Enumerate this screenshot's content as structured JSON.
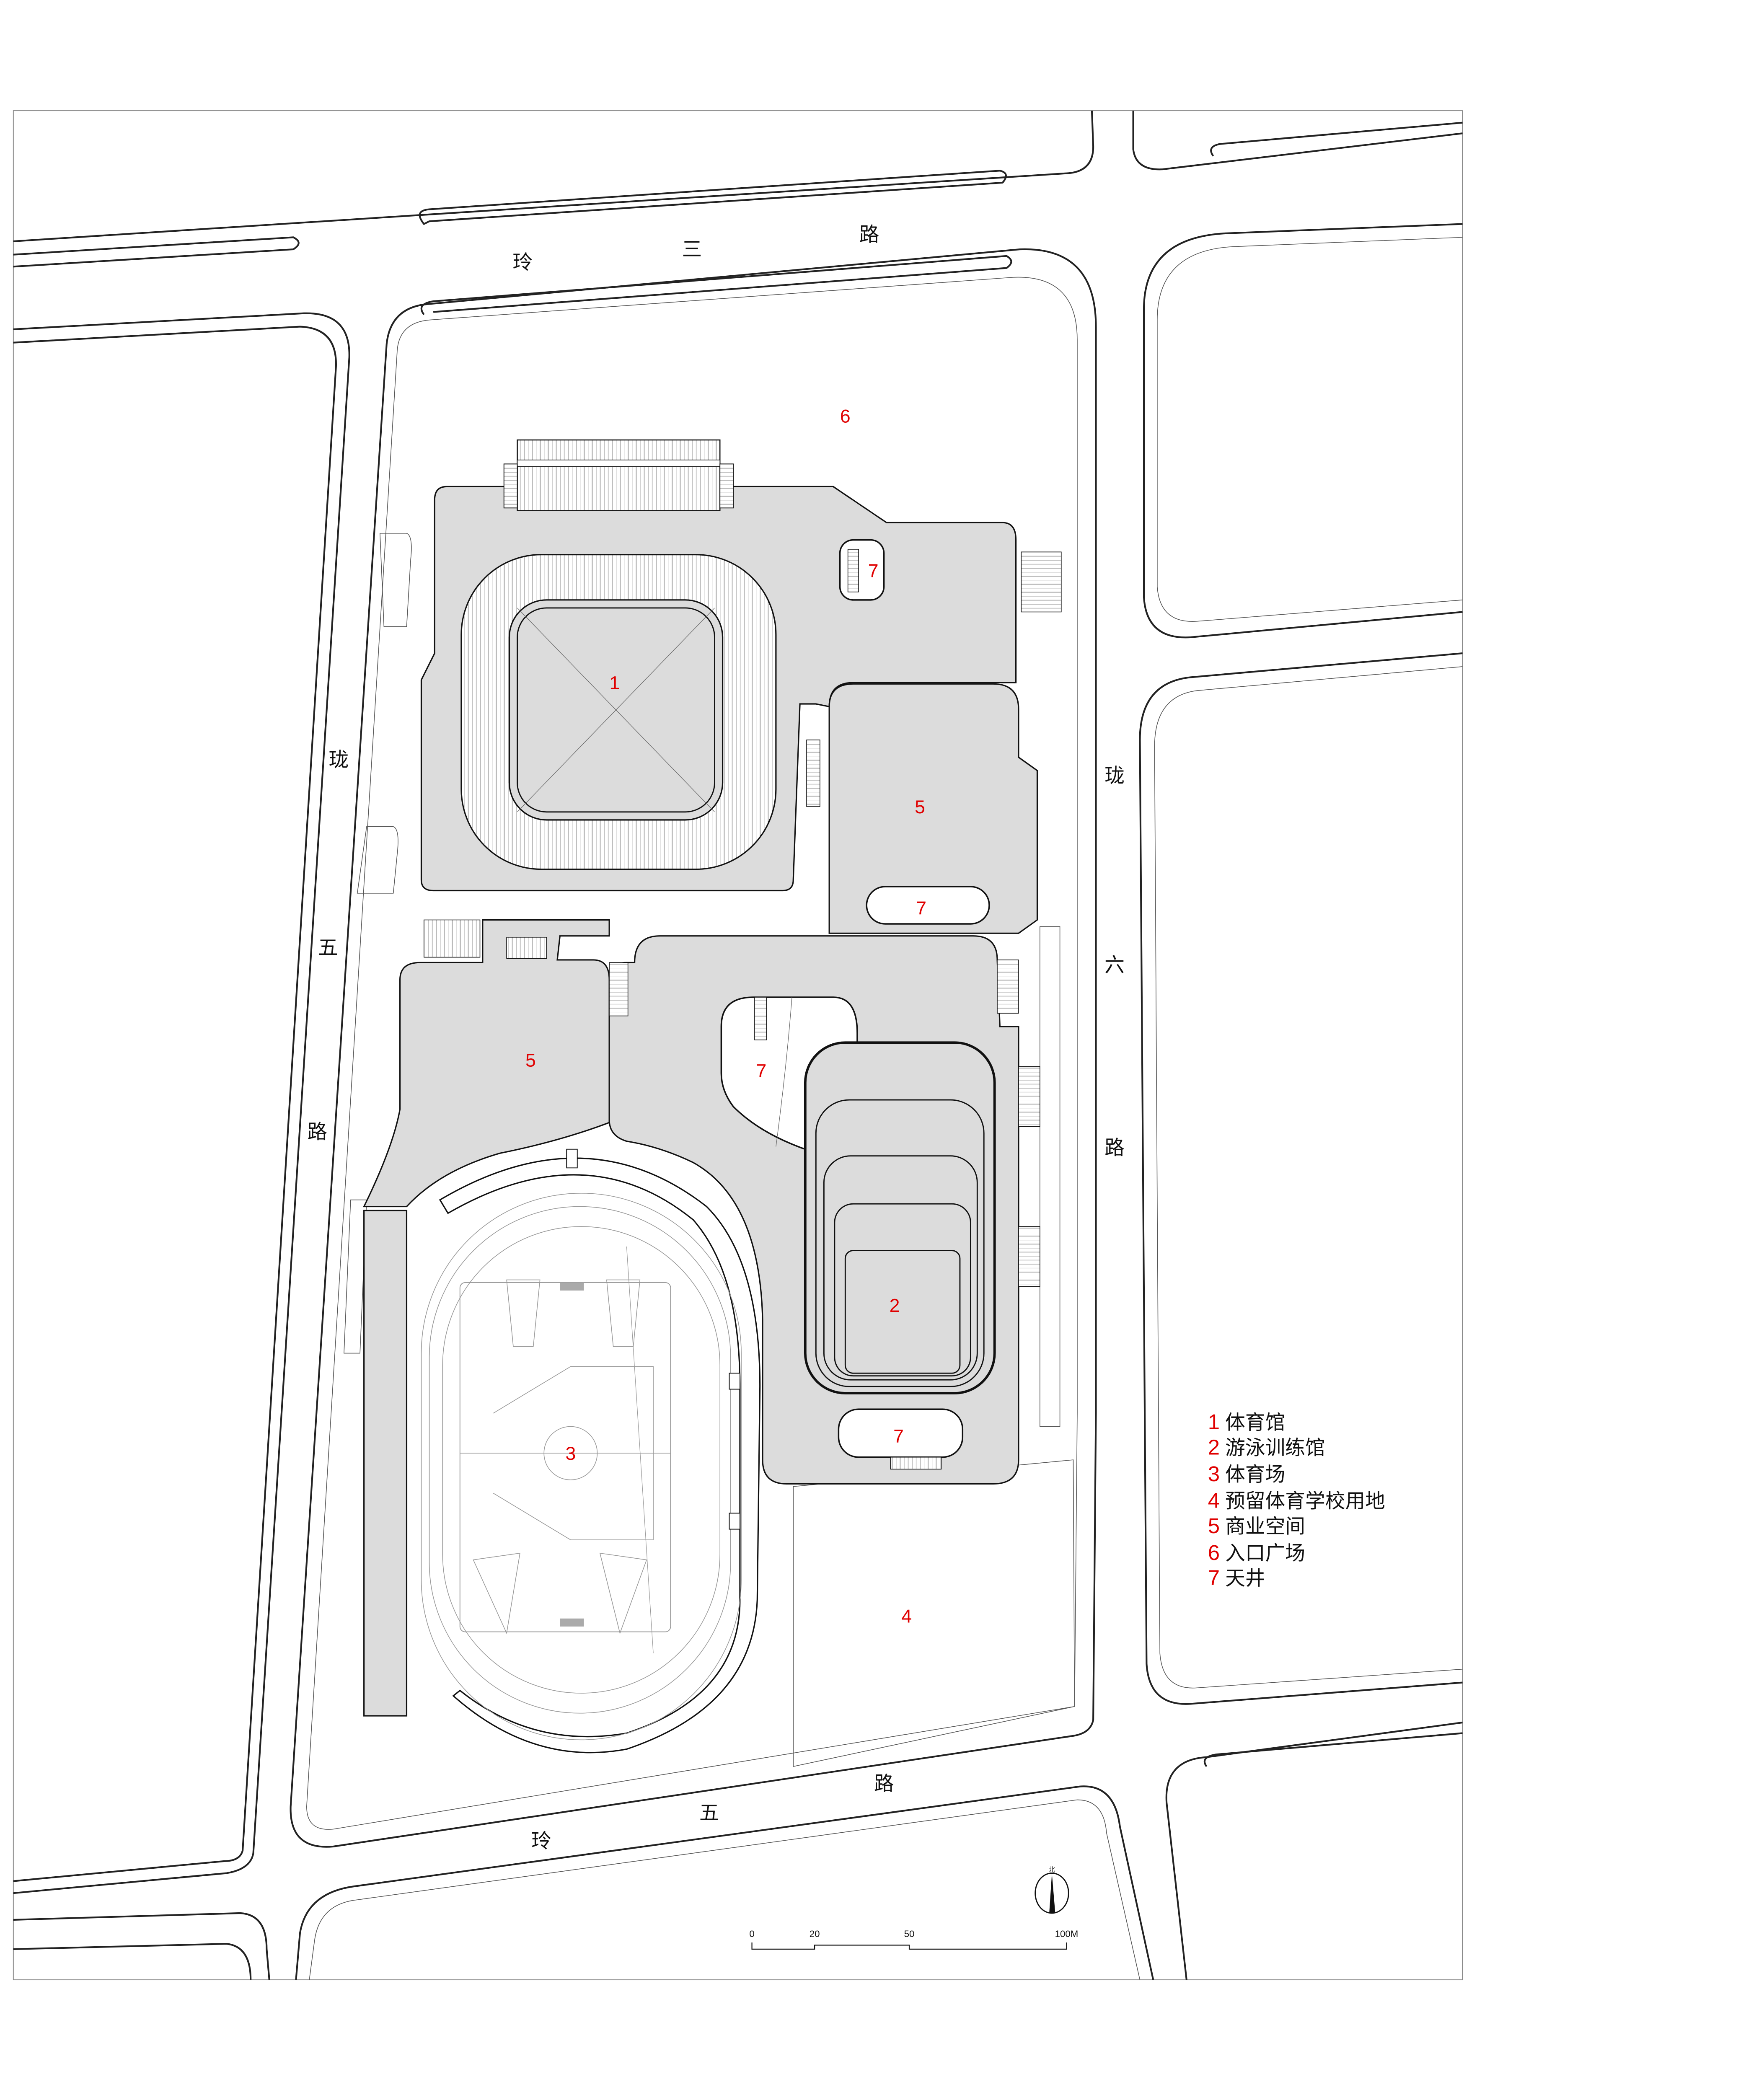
{
  "roads": {
    "north": [
      "玲",
      "三",
      "路"
    ],
    "west": [
      "珑",
      "五",
      "路"
    ],
    "east": [
      "珑",
      "六",
      "路"
    ],
    "south": [
      "玲",
      "五",
      "路"
    ]
  },
  "zone_labels": {
    "gymnasium": "1",
    "commercial_east": "5",
    "skylight_north": "7",
    "skylight_middle": "7",
    "commercial_west": "5",
    "skylight_courtyard": "7",
    "natatorium": "2",
    "skylight_south": "7",
    "stadium": "3",
    "reserved_school": "4",
    "entrance_plaza": "6"
  },
  "legend": [
    {
      "num": "1",
      "label": "体育馆"
    },
    {
      "num": "2",
      "label": "游泳训练馆"
    },
    {
      "num": "3",
      "label": "体育场"
    },
    {
      "num": "4",
      "label": "预留体育学校用地"
    },
    {
      "num": "5",
      "label": "商业空间"
    },
    {
      "num": "6",
      "label": "入口广场"
    },
    {
      "num": "7",
      "label": "天井"
    }
  ],
  "scale_bar": {
    "ticks": [
      "0",
      "20",
      "50",
      "100M"
    ]
  },
  "north_arrow": {
    "label": "北"
  },
  "colors": {
    "building": "#dcdcdc",
    "label_red": "#e00000",
    "line": "#111111"
  }
}
